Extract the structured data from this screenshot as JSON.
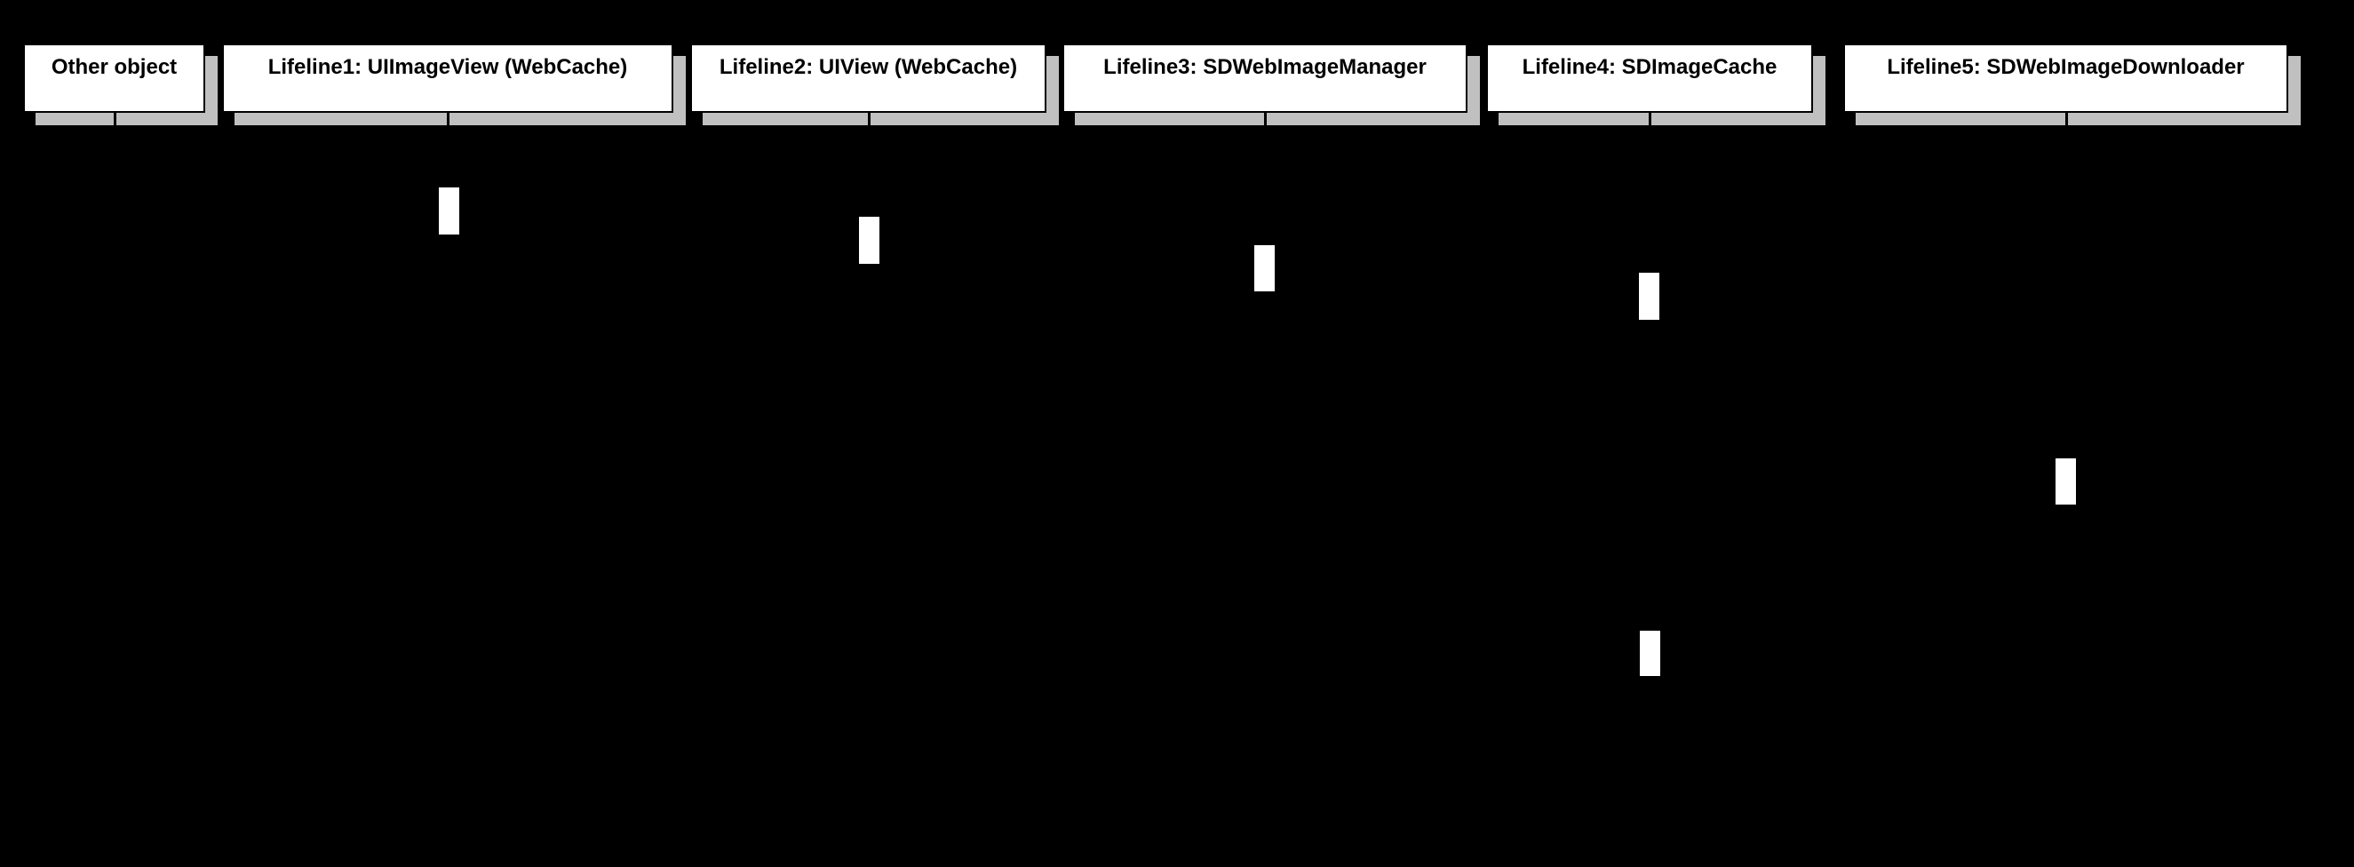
{
  "diagram": {
    "type": "uml-sequence-diagram",
    "colors": {
      "background": "#000000",
      "box_fill": "#FFFFFF",
      "box_border": "#000000",
      "box_shadow": "#C0C0C0",
      "label_text": "#000000",
      "activation_fill": "#FFFFFF"
    },
    "lifelines": [
      {
        "label": "Other object"
      },
      {
        "label": "Lifeline1: UIImageView (WebCache)"
      },
      {
        "label": "Lifeline2: UIView (WebCache)"
      },
      {
        "label": "Lifeline3: SDWebImageManager"
      },
      {
        "label": "Lifeline4: SDImageCache"
      },
      {
        "label": "Lifeline5: SDWebImageDownloader"
      }
    ]
  }
}
